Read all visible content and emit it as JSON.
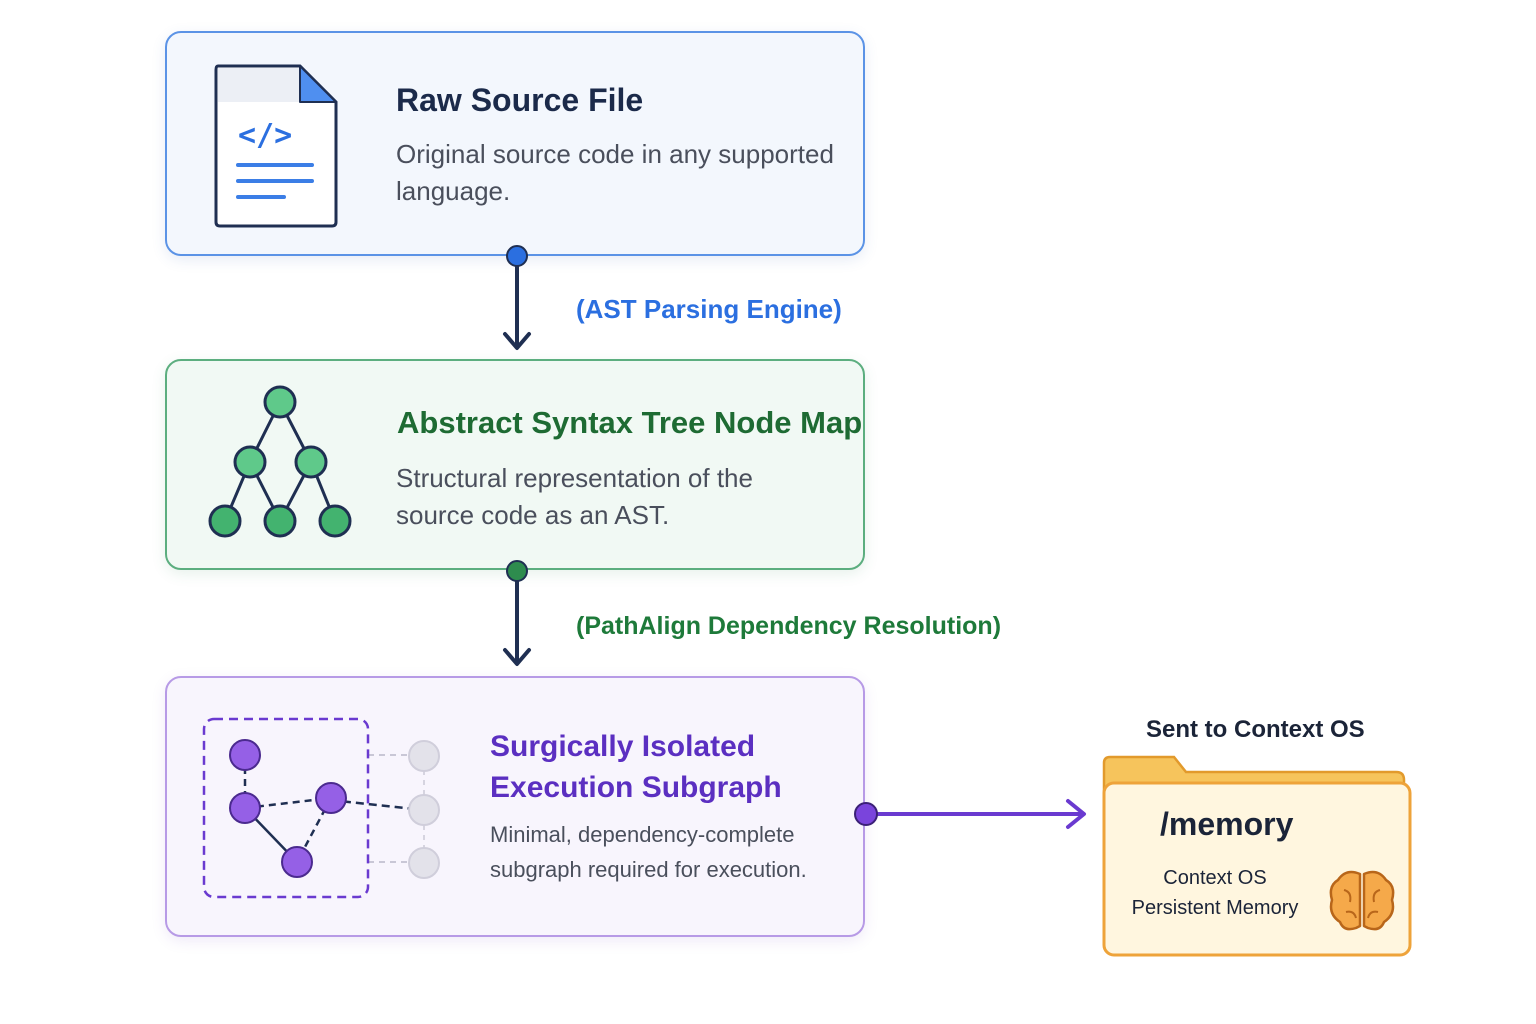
{
  "nodes": {
    "source": {
      "title": "Raw Source File",
      "description": "Original source code in any supported language.",
      "icon": "code-file-icon",
      "accent": "#2b6fe0"
    },
    "ast": {
      "title": "Abstract Syntax Tree Node Map",
      "description": "Structural representation of the source code as an AST.",
      "icon": "tree-graph-icon",
      "accent": "#1e7a3a"
    },
    "subgraph": {
      "title": "Surgically Isolated Execution Subgraph",
      "description": "Minimal, dependency-complete subgraph required for execution.",
      "icon": "subgraph-icon",
      "accent": "#6a3ad0"
    }
  },
  "edges": {
    "parse_label": "(AST Parsing Engine)",
    "resolve_label": "(PathAlign Dependency Resolution)"
  },
  "destination": {
    "caption": "Sent to Context OS",
    "folder_title": "/memory",
    "line1": "Context OS",
    "line2": "Persistent Memory",
    "icon": "brain-icon",
    "accent": "#f0a93a"
  }
}
